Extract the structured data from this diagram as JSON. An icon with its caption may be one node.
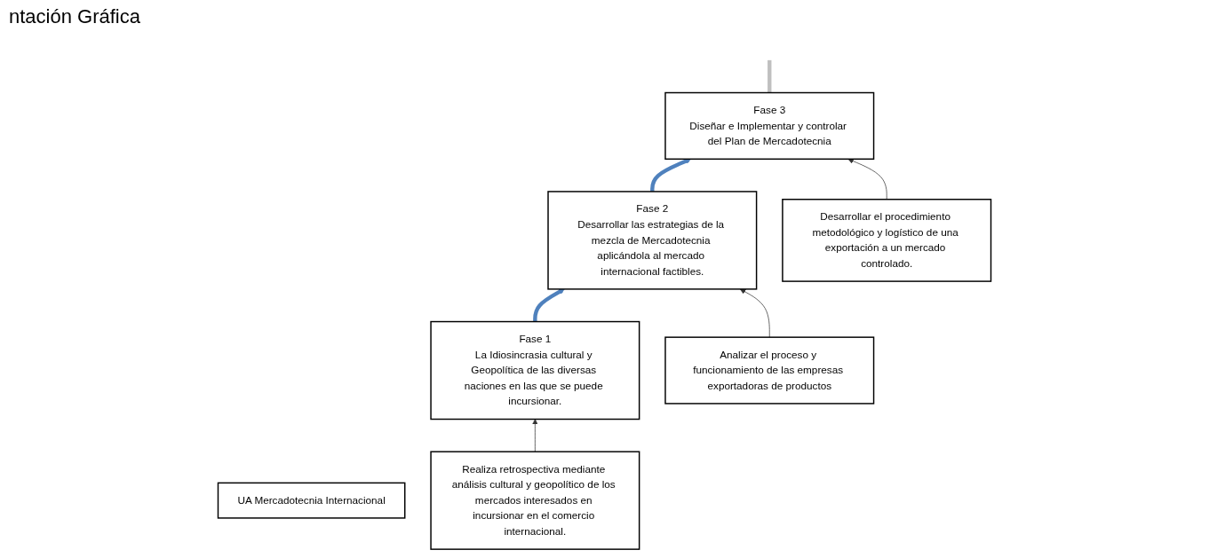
{
  "diagram": {
    "title": "ntación Gráfica",
    "nodes": [
      {
        "text": [
          "UA Mercadotecnia Internacional"
        ]
      },
      {
        "text": [
          "Fase 1",
          "La Idiosincrasia cultural y Geopolítica de las diversas naciones en las que se puede incursionar."
        ]
      },
      {
        "text": [
          "Fase 2",
          "Desarrollar las estrategias de la mezcla de Mercadotecnia aplicándola al mercado internacional factibles."
        ]
      },
      {
        "text": [
          "Fase 3",
          "Diseñar e Implementar y controlar del Plan de Mercadotecnia"
        ]
      },
      {
        "text": [
          "Realiza retrospectiva mediante análisis cultural y geopolítico de los mercados interesados en incursionar en el comercio internacional."
        ]
      },
      {
        "text": [
          "Analizar el proceso y funcionamiento de las empresas exportadoras de productos"
        ]
      },
      {
        "text": [
          "Desarrollar el procedimiento metodológico y logístico de una exportación a un mercado controlado."
        ]
      }
    ],
    "edges": [
      {
        "from": 1,
        "to": 2,
        "arrow": "to",
        "style": "thick",
        "color": "#4f81bd"
      },
      {
        "from": 2,
        "to": 3,
        "arrow": "to",
        "style": "thick",
        "color": "#4f81bd"
      },
      {
        "from": 4,
        "to": 1,
        "arrow": "to"
      },
      {
        "from": 5,
        "to": 2,
        "arrow": "to"
      },
      {
        "from": 6,
        "to": 3,
        "arrow": "to"
      },
      {
        "from": 3,
        "to": null,
        "arrow": "none",
        "style": "thick",
        "color": "#bfbfbf"
      }
    ]
  }
}
